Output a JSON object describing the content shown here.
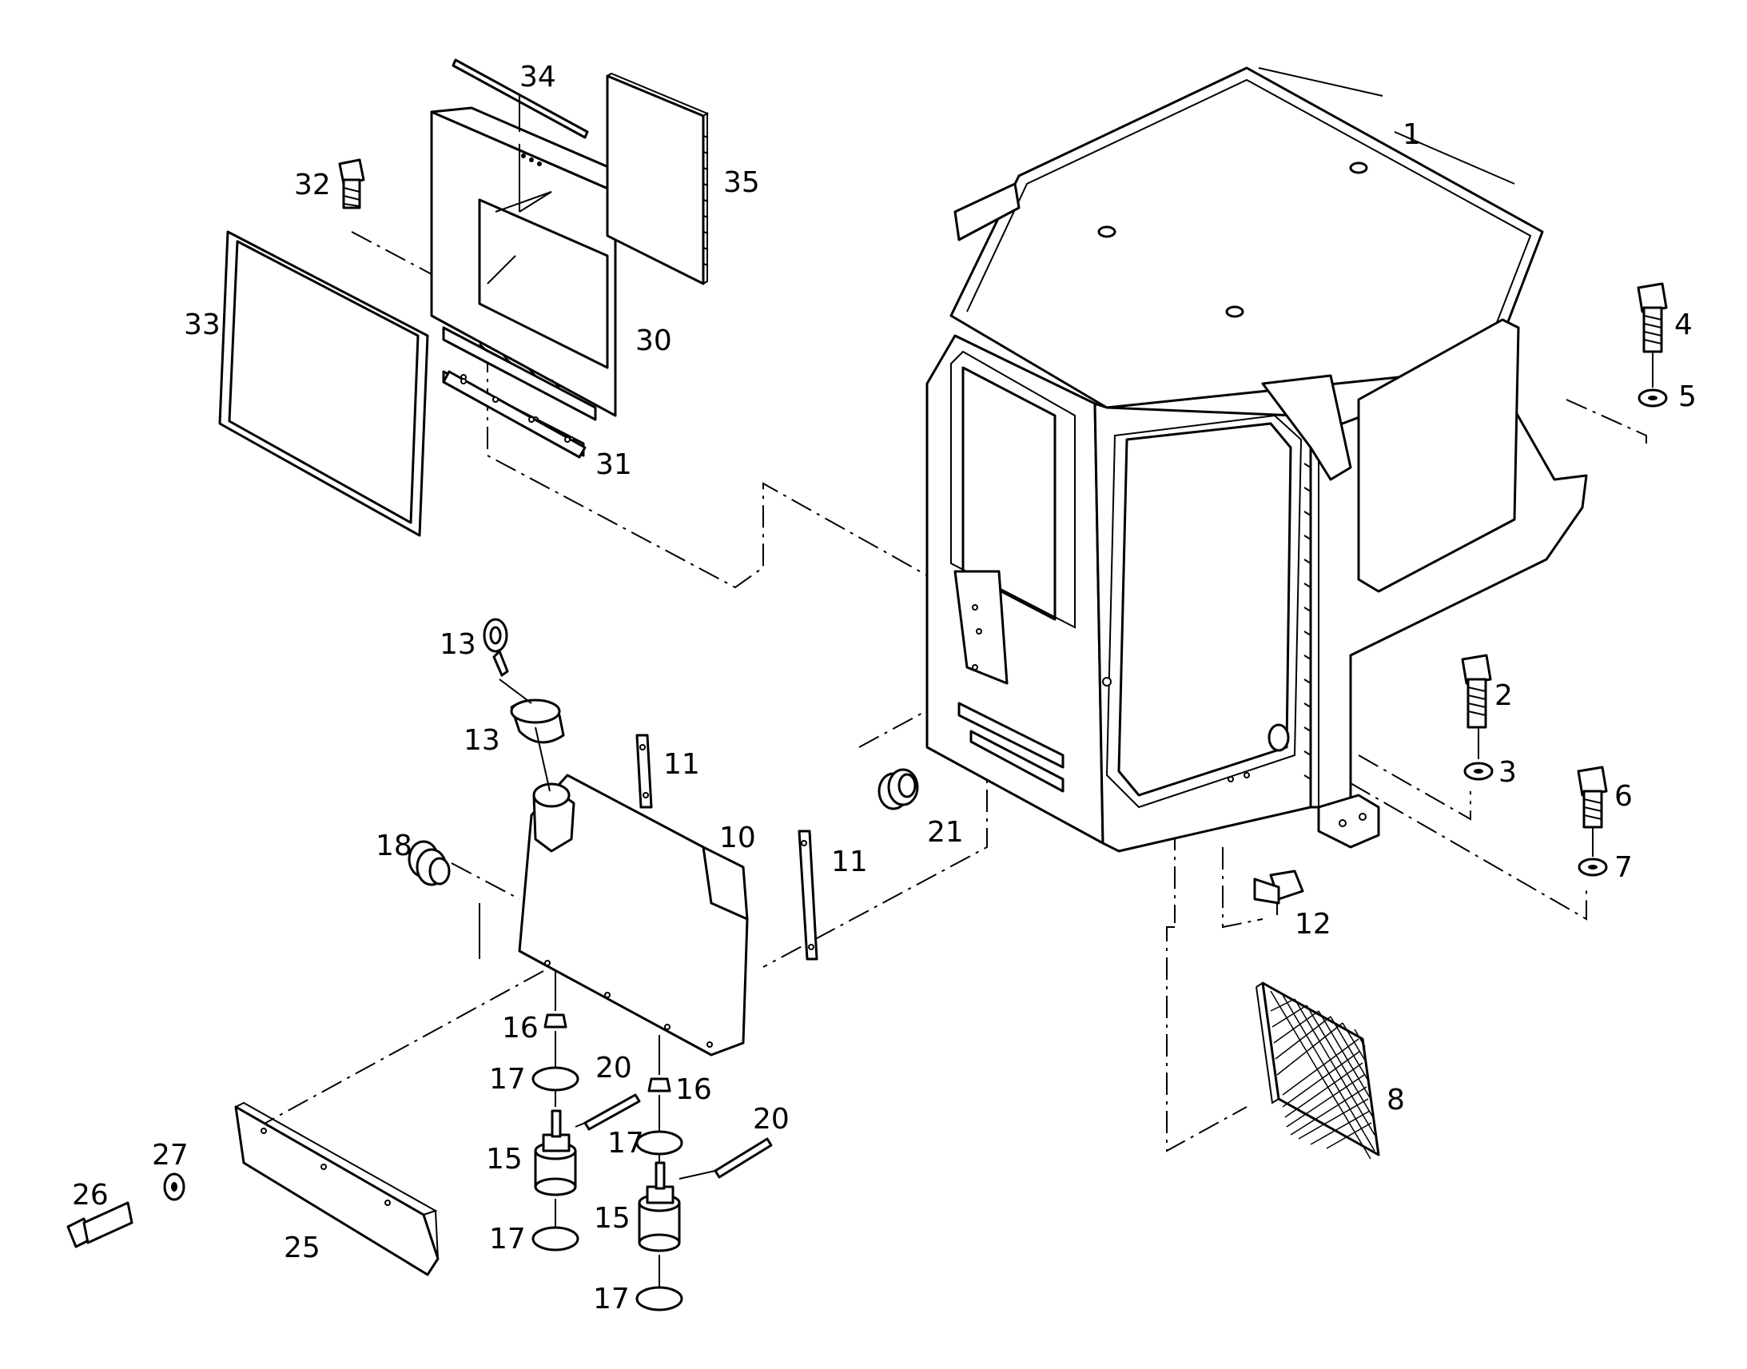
{
  "diagram": {
    "labels": [
      {
        "key": "p1",
        "text": "1"
      },
      {
        "key": "p2",
        "text": "2"
      },
      {
        "key": "p3",
        "text": "3"
      },
      {
        "key": "p4",
        "text": "4"
      },
      {
        "key": "p5",
        "text": "5"
      },
      {
        "key": "p6",
        "text": "6"
      },
      {
        "key": "p7",
        "text": "7"
      },
      {
        "key": "p8",
        "text": "8"
      },
      {
        "key": "p10",
        "text": "10"
      },
      {
        "key": "p11a",
        "text": "11"
      },
      {
        "key": "p11b",
        "text": "11"
      },
      {
        "key": "p12",
        "text": "12"
      },
      {
        "key": "p13a",
        "text": "13"
      },
      {
        "key": "p13b",
        "text": "13"
      },
      {
        "key": "p15a",
        "text": "15"
      },
      {
        "key": "p15b",
        "text": "15"
      },
      {
        "key": "p16a",
        "text": "16"
      },
      {
        "key": "p16b",
        "text": "16"
      },
      {
        "key": "p17a",
        "text": "17"
      },
      {
        "key": "p17b",
        "text": "17"
      },
      {
        "key": "p17c",
        "text": "17"
      },
      {
        "key": "p17d",
        "text": "17"
      },
      {
        "key": "p18",
        "text": "18"
      },
      {
        "key": "p20a",
        "text": "20"
      },
      {
        "key": "p20b",
        "text": "20"
      },
      {
        "key": "p21",
        "text": "21"
      },
      {
        "key": "p25",
        "text": "25"
      },
      {
        "key": "p26",
        "text": "26"
      },
      {
        "key": "p27",
        "text": "27"
      },
      {
        "key": "p30",
        "text": "30"
      },
      {
        "key": "p31",
        "text": "31"
      },
      {
        "key": "p32",
        "text": "32"
      },
      {
        "key": "p33",
        "text": "33"
      },
      {
        "key": "p34",
        "text": "34"
      },
      {
        "key": "p35",
        "text": "35"
      }
    ]
  }
}
